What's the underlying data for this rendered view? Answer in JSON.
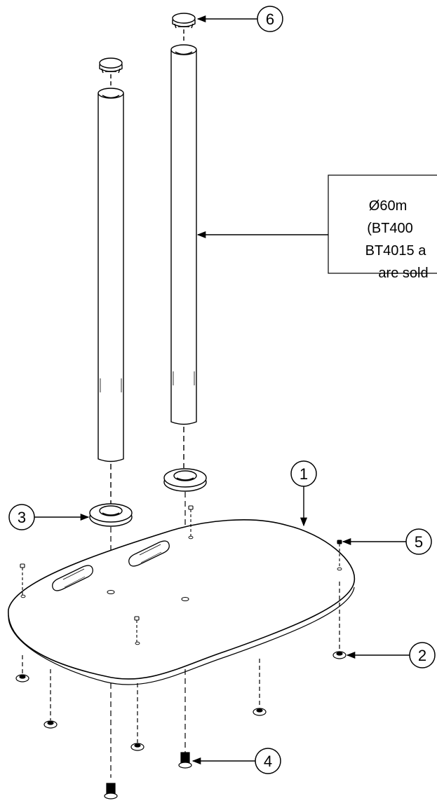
{
  "diagram": {
    "type": "exploded-assembly-drawing",
    "parts": [
      {
        "number": "1"
      },
      {
        "number": "2"
      },
      {
        "number": "3"
      },
      {
        "number": "4"
      },
      {
        "number": "5"
      },
      {
        "number": "6"
      }
    ],
    "note": {
      "lines": [
        "Ø60m",
        "(BT400",
        "BT4015 a",
        "are sold"
      ]
    }
  }
}
